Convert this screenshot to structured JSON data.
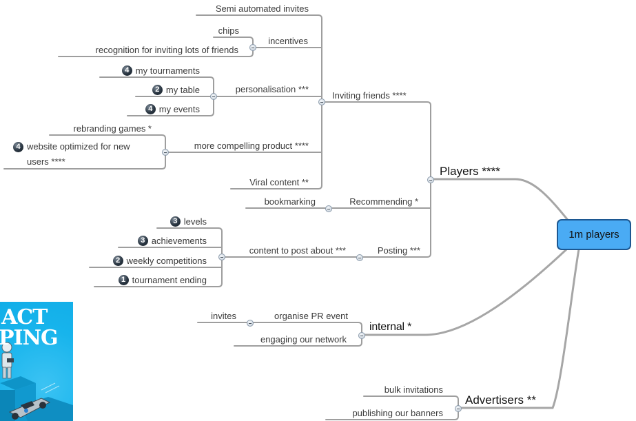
{
  "colors": {
    "root_fill": "#4aabf4",
    "root_border": "#1c5791",
    "connector": "#9e9e9e",
    "priority_badge": "#1f2b36",
    "book_cover": "#17b4ec"
  },
  "nodes": {
    "root": {
      "label": "1m players"
    },
    "players": {
      "label": "Players ****"
    },
    "inviting_friends": {
      "label": "Inviting friends ****"
    },
    "semi_automated_invites": {
      "label": "Semi automated invites"
    },
    "incentives": {
      "label": "incentives"
    },
    "chips": {
      "label": "chips"
    },
    "recognition": {
      "label": "recognition for inviting lots of friends"
    },
    "personalisation": {
      "label": "personalisation ***"
    },
    "my_tournaments": {
      "label": "my tournaments",
      "priority": "4"
    },
    "my_table": {
      "label": "my table",
      "priority": "2"
    },
    "my_events": {
      "label": "my events",
      "priority": "4"
    },
    "more_compelling_product": {
      "label": "more compelling product ****"
    },
    "rebranding_games": {
      "label": "rebranding games *"
    },
    "website_optimized": {
      "label": "website optimized for new users ****",
      "priority": "4"
    },
    "viral_content": {
      "label": "Viral content **"
    },
    "recommending": {
      "label": "Recommending *"
    },
    "bookmarking": {
      "label": "bookmarking"
    },
    "posting": {
      "label": "Posting ***"
    },
    "content_to_post_about": {
      "label": "content to post about ***"
    },
    "levels": {
      "label": "levels",
      "priority": "3"
    },
    "achievements": {
      "label": "achievements",
      "priority": "3"
    },
    "weekly_competitions": {
      "label": "weekly competitions",
      "priority": "2"
    },
    "tournament_ending": {
      "label": "tournament ending",
      "priority": "1"
    },
    "internal": {
      "label": "internal *"
    },
    "organise_pr_event": {
      "label": "organise PR event"
    },
    "invites": {
      "label": "invites"
    },
    "engaging_our_network": {
      "label": "engaging our network"
    },
    "advertisers": {
      "label": "Advertisers **"
    },
    "bulk_invitations": {
      "label": "bulk invitations"
    },
    "publishing_our_banners": {
      "label": "publishing our banners"
    }
  },
  "tree": {
    "root": [
      "players",
      "internal",
      "advertisers"
    ],
    "players": [
      "inviting_friends",
      "recommending",
      "posting"
    ],
    "inviting_friends": [
      "semi_automated_invites",
      "incentives",
      "personalisation",
      "more_compelling_product",
      "viral_content"
    ],
    "incentives": [
      "chips",
      "recognition"
    ],
    "personalisation": [
      "my_tournaments",
      "my_table",
      "my_events"
    ],
    "more_compelling_product": [
      "rebranding_games",
      "website_optimized"
    ],
    "recommending": [
      "bookmarking"
    ],
    "posting": [
      "content_to_post_about"
    ],
    "content_to_post_about": [
      "levels",
      "achievements",
      "weekly_competitions",
      "tournament_ending"
    ],
    "internal": [
      "organise_pr_event",
      "engaging_our_network"
    ],
    "organise_pr_event": [
      "invites"
    ],
    "advertisers": [
      "bulk_invitations",
      "publishing_our_banners"
    ]
  },
  "book_cover": {
    "title_fragments": [
      "ACT",
      "PING"
    ]
  }
}
